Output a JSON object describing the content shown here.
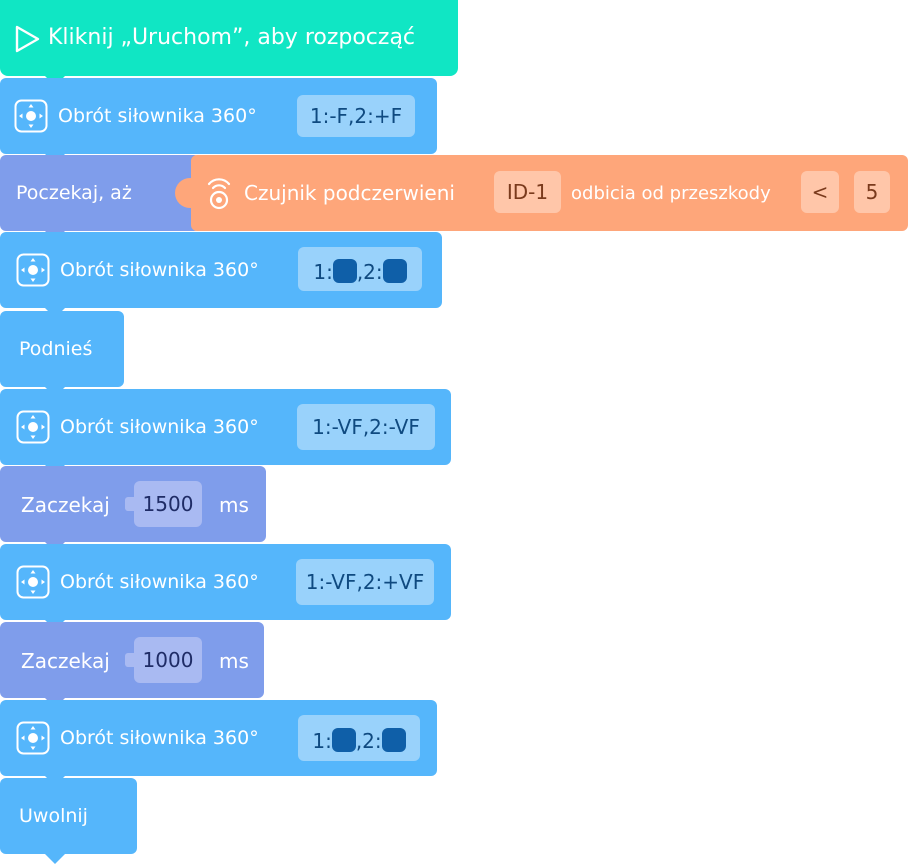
{
  "start": {
    "label": "Kliknij „Uruchom”, aby rozpocząć"
  },
  "servo1": {
    "label": "Obrót siłownika 360°",
    "value": "1:-F,2:+F"
  },
  "wait_until": {
    "label": "Poczekaj, aż",
    "sensor_label": "Czujnik podczerwieni",
    "sensor_id": "ID-1",
    "measure": "odbicia od przeszkody",
    "operator": "<",
    "threshold": "5"
  },
  "servo2": {
    "label": "Obrót siłownika 360°",
    "prefix1": "1:",
    "prefix2": ",2:"
  },
  "raise": {
    "label": "Podnieś"
  },
  "servo3": {
    "label": "Obrót siłownika 360°",
    "value": "1:-VF,2:-VF"
  },
  "wait1": {
    "label": "Zaczekaj",
    "value": "1500",
    "unit": "ms"
  },
  "servo4": {
    "label": "Obrót siłownika 360°",
    "value": "1:-VF,2:+VF"
  },
  "wait2": {
    "label": "Zaczekaj",
    "value": "1000",
    "unit": "ms"
  },
  "servo5": {
    "label": "Obrót siłownika 360°",
    "prefix1": "1:",
    "prefix2": ",2:"
  },
  "release": {
    "label": "Uwolnij"
  },
  "colors": {
    "start": "#10e6c4",
    "servo": "#55b6fb",
    "wait": "#7f9deb",
    "sensor": "#fea67a"
  }
}
